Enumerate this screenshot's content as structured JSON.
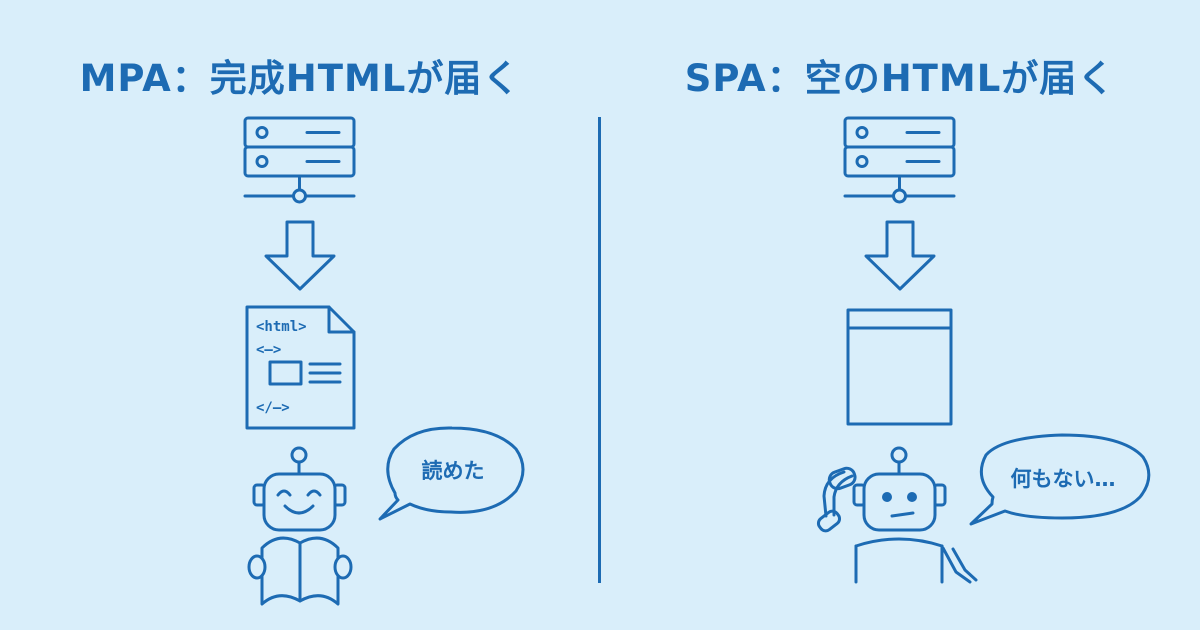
{
  "mpa": {
    "title": "MPA：完成HTMLが届く",
    "html_lines": [
      "<html>",
      "<―>",
      "</―>"
    ],
    "bubble": "読めた"
  },
  "spa": {
    "title": "SPA：空のHTMLが届く",
    "bubble": "何もない…"
  },
  "colors": {
    "background": "#d9eefa",
    "accent": "#1d6bb3"
  }
}
